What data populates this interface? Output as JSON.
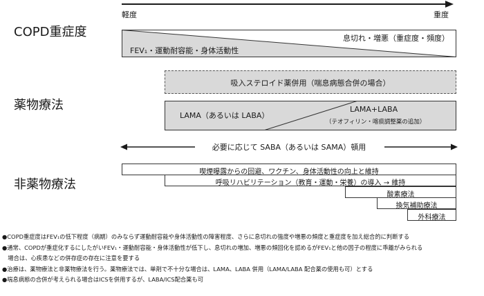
{
  "severity_axis": {
    "left_label": "軽度",
    "right_label": "重度"
  },
  "sections": {
    "copd": "COPD重症度",
    "pharma": "薬物療法",
    "nonpharma": "非薬物療法"
  },
  "copd_bar": {
    "upper_text": "息切れ・増悪（重症度・頻度）",
    "lower_text": "FEV₁・運動耐容能・身体活動性"
  },
  "ics_box": "吸入ステロイド薬併用（喘息病態合併の場合）",
  "lama_box": {
    "left_text": "LAMA（あるいは LABA）",
    "right_text": "LAMA+LABA",
    "right_subtext": "（テオフィリン・喀痰調整薬の追加）"
  },
  "saba_text": "必要に応じて SABA（あるいは SAMA）頓用",
  "nonpharma_rows": [
    "喫煙曝露からの回避、ワクチン、身体活動性の向上と維持",
    "呼吸リハビリテーション（教育・運動・栄養）の導入 → 維持",
    "酸素療法",
    "換気補助療法",
    "外科療法"
  ],
  "notes": [
    "●COPD重症度はFEV₁の低下程度（病期）のみならず運動耐容能や身体活動性の障害程度、さらに息切れの強度や増悪の頻度と重症度を加え総合的に判断する",
    "●通常、COPDが重症化するにしたがいFEV₁・運動耐容能・身体活動性が低下し、息切れの増加、増悪の頻回化を認めるがFEV₁と他の因子の程度に乖離がみられる",
    "　場合は、心疾患などの併存症の存在に注意を要する",
    "●治療は、薬物療法と非薬物療法を行う。薬物療法では、単剤で不十分な場合は、LAMA、LABA 併用（LAMA/LABA 配合薬の使用も可）とする",
    "●喘息病態の合併が考えられる場合はICSを併用するが、LABA/ICS配合薬も可"
  ],
  "colors": {
    "grey_fill": "#d9d9d9",
    "line": "#1a1a1a"
  }
}
